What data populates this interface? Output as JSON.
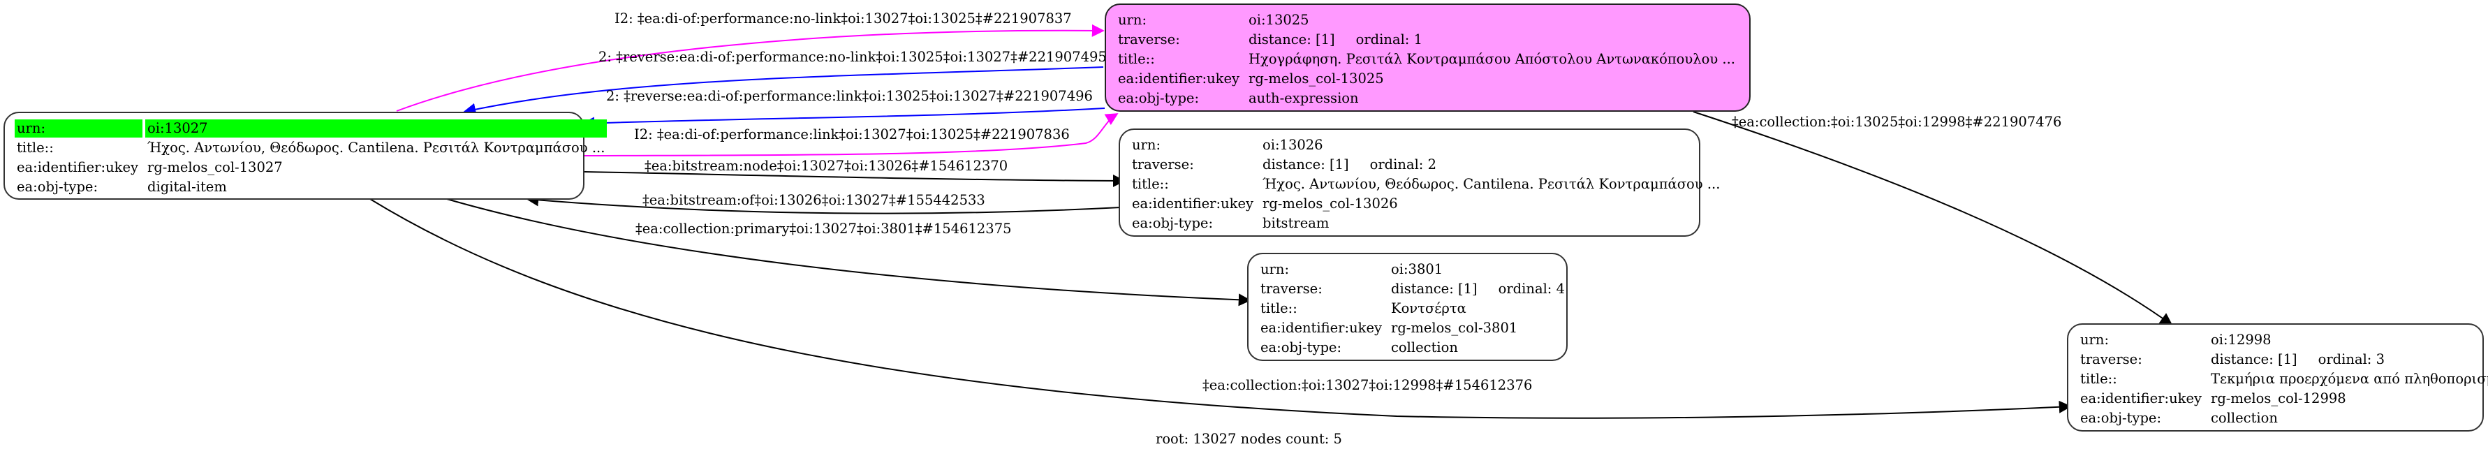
{
  "nodes": {
    "n13027": {
      "rows": [
        {
          "key": "urn:",
          "value": "oi:13027"
        },
        {
          "key": "title::",
          "value": "Ήχος. Αντωνίου, Θεόδωρος. Cantilena. Ρεσιτάλ Κοντραμπάσου ..."
        },
        {
          "key": "ea:identifier:ukey",
          "value": "rg-melos_col-13027"
        },
        {
          "key": "ea:obj-type:",
          "value": "digital-item"
        }
      ],
      "highlight_color": "#00ff00",
      "is_root": true
    },
    "n13025": {
      "rows": [
        {
          "key": "urn:",
          "value": "oi:13025"
        },
        {
          "key": "traverse:",
          "value": "distance: [1]",
          "extra": "ordinal: 1"
        },
        {
          "key": "title::",
          "value": "Ηχογράφηση. Ρεσιτάλ Κοντραμπάσου Απόστολου Αντωνακόπουλου ..."
        },
        {
          "key": "ea:identifier:ukey",
          "value": "rg-melos_col-13025"
        },
        {
          "key": "ea:obj-type:",
          "value": "auth-expression"
        }
      ],
      "fill_color": "#ff99ff"
    },
    "n13026": {
      "rows": [
        {
          "key": "urn:",
          "value": "oi:13026"
        },
        {
          "key": "traverse:",
          "value": "distance: [1]",
          "extra": "ordinal: 2"
        },
        {
          "key": "title::",
          "value": "Ήχος. Αντωνίου, Θεόδωρος. Cantilena. Ρεσιτάλ Κοντραμπάσου ..."
        },
        {
          "key": "ea:identifier:ukey",
          "value": "rg-melos_col-13026"
        },
        {
          "key": "ea:obj-type:",
          "value": "bitstream"
        }
      ]
    },
    "n3801": {
      "rows": [
        {
          "key": "urn:",
          "value": "oi:3801"
        },
        {
          "key": "traverse:",
          "value": "distance: [1]",
          "extra": "ordinal: 4"
        },
        {
          "key": "title::",
          "value": "Κοντσέρτα"
        },
        {
          "key": "ea:identifier:ukey",
          "value": "rg-melos_col-3801"
        },
        {
          "key": "ea:obj-type:",
          "value": "collection"
        }
      ]
    },
    "n12998": {
      "rows": [
        {
          "key": "urn:",
          "value": "oi:12998"
        },
        {
          "key": "traverse:",
          "value": "distance: [1]",
          "extra": "ordinal: 3"
        },
        {
          "key": "title::",
          "value": "Τεκμήρια προερχόμενα από πληθοπορισμό"
        },
        {
          "key": "ea:identifier:ukey",
          "value": "rg-melos_col-12998"
        },
        {
          "key": "ea:obj-type:",
          "value": "collection"
        }
      ]
    }
  },
  "edges": [
    {
      "id": "e1",
      "from": "oi:13027",
      "to": "oi:13025",
      "color": "#ff00ff",
      "label": "I2: ‡ea:di-of:performance:no-link‡oi:13027‡oi:13025‡#221907837"
    },
    {
      "id": "e2",
      "from": "oi:13025",
      "to": "oi:13027",
      "color": "#0000ff",
      "label": "2: ‡reverse:ea:di-of:performance:no-link‡oi:13025‡oi:13027‡#221907495"
    },
    {
      "id": "e3",
      "from": "oi:13025",
      "to": "oi:13027",
      "color": "#0000ff",
      "label": "2: ‡reverse:ea:di-of:performance:link‡oi:13025‡oi:13027‡#221907496"
    },
    {
      "id": "e4",
      "from": "oi:13027",
      "to": "oi:13025",
      "color": "#ff00ff",
      "label": "I2: ‡ea:di-of:performance:link‡oi:13027‡oi:13025‡#221907836"
    },
    {
      "id": "e5",
      "from": "oi:13027",
      "to": "oi:13026",
      "color": "#000000",
      "label": "‡ea:bitstream:node‡oi:13027‡oi:13026‡#154612370"
    },
    {
      "id": "e6",
      "from": "oi:13026",
      "to": "oi:13027",
      "color": "#000000",
      "label": "‡ea:bitstream:of‡oi:13026‡oi:13027‡#155442533"
    },
    {
      "id": "e7",
      "from": "oi:13027",
      "to": "oi:3801",
      "color": "#000000",
      "label": "‡ea:collection:primary‡oi:13027‡oi:3801‡#154612375"
    },
    {
      "id": "e8",
      "from": "oi:13025",
      "to": "oi:12998",
      "color": "#000000",
      "label": "‡ea:collection:‡oi:13025‡oi:12998‡#221907476"
    },
    {
      "id": "e9",
      "from": "oi:13027",
      "to": "oi:12998",
      "color": "#000000",
      "label": "‡ea:collection:‡oi:13027‡oi:12998‡#154612376"
    }
  ],
  "footer": "root: 13027 nodes count: 5"
}
